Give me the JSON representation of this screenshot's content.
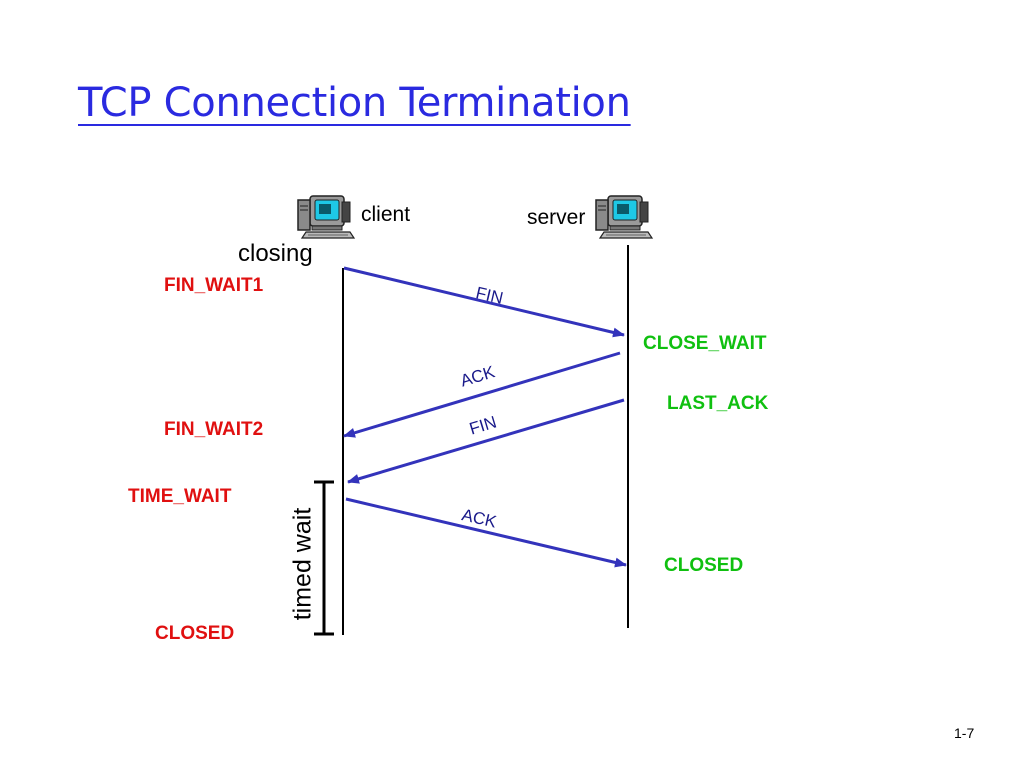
{
  "title": "TCP Connection Termination",
  "client": {
    "label": "client",
    "icon": "computer-icon"
  },
  "server": {
    "label": "server",
    "icon": "computer-icon"
  },
  "client_action": "closing",
  "client_states": [
    "FIN_WAIT1",
    "FIN_WAIT2",
    "TIME_WAIT",
    "CLOSED"
  ],
  "server_states": [
    "CLOSE_WAIT",
    "LAST_ACK",
    "CLOSED"
  ],
  "messages": [
    {
      "label": "FIN",
      "from": "client",
      "to": "server"
    },
    {
      "label": "ACK",
      "from": "server",
      "to": "client"
    },
    {
      "label": "FIN",
      "from": "server",
      "to": "client"
    },
    {
      "label": "ACK",
      "from": "client",
      "to": "server"
    }
  ],
  "timed_wait_label": "timed wait",
  "page_number": "1-7",
  "colors": {
    "title": "#2a2ae0",
    "client_state": "#e01010",
    "server_state": "#10c010",
    "arrow": "#3333bb"
  }
}
